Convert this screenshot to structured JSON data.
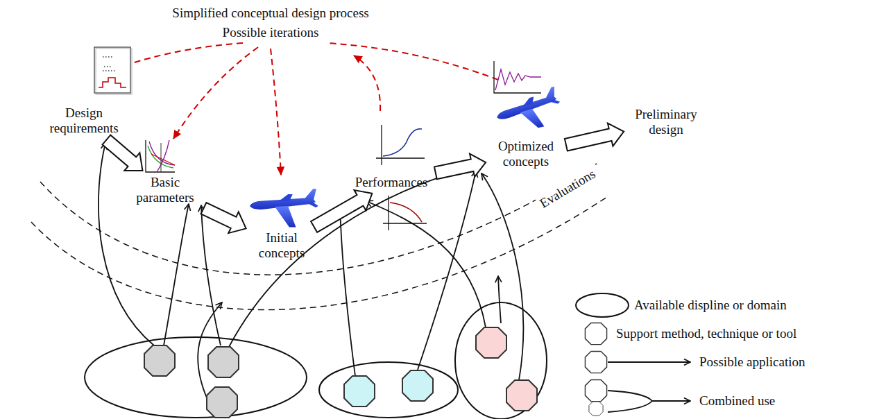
{
  "diagram": {
    "title": "Simplified conceptual design process",
    "nodes": [
      {
        "text": [
          "Design requirements"
        ]
      },
      {
        "text": [
          "Basic parameters"
        ]
      },
      {
        "text": [
          "Initial concepts"
        ]
      },
      {
        "text": [
          "Performances"
        ]
      },
      {
        "text": [
          "Optimized concepts"
        ]
      },
      {
        "text": [
          "Preliminary design"
        ]
      }
    ],
    "edges": [
      {
        "from": 0,
        "to": 1,
        "arrow": "to"
      },
      {
        "from": 1,
        "to": 2,
        "arrow": "to"
      },
      {
        "from": 2,
        "to": 3,
        "arrow": "to"
      },
      {
        "from": 3,
        "to": 4,
        "arrow": "to"
      },
      {
        "from": 4,
        "to": 5,
        "arrow": "to"
      }
    ],
    "labels": [
      "Possible iterations",
      "Evaluations"
    ],
    "legend": [
      {
        "text": "Available displine or domain"
      },
      {
        "text": "Support method, technique or tool"
      },
      {
        "text": "Possible application"
      },
      {
        "text": "Combined use"
      }
    ]
  }
}
